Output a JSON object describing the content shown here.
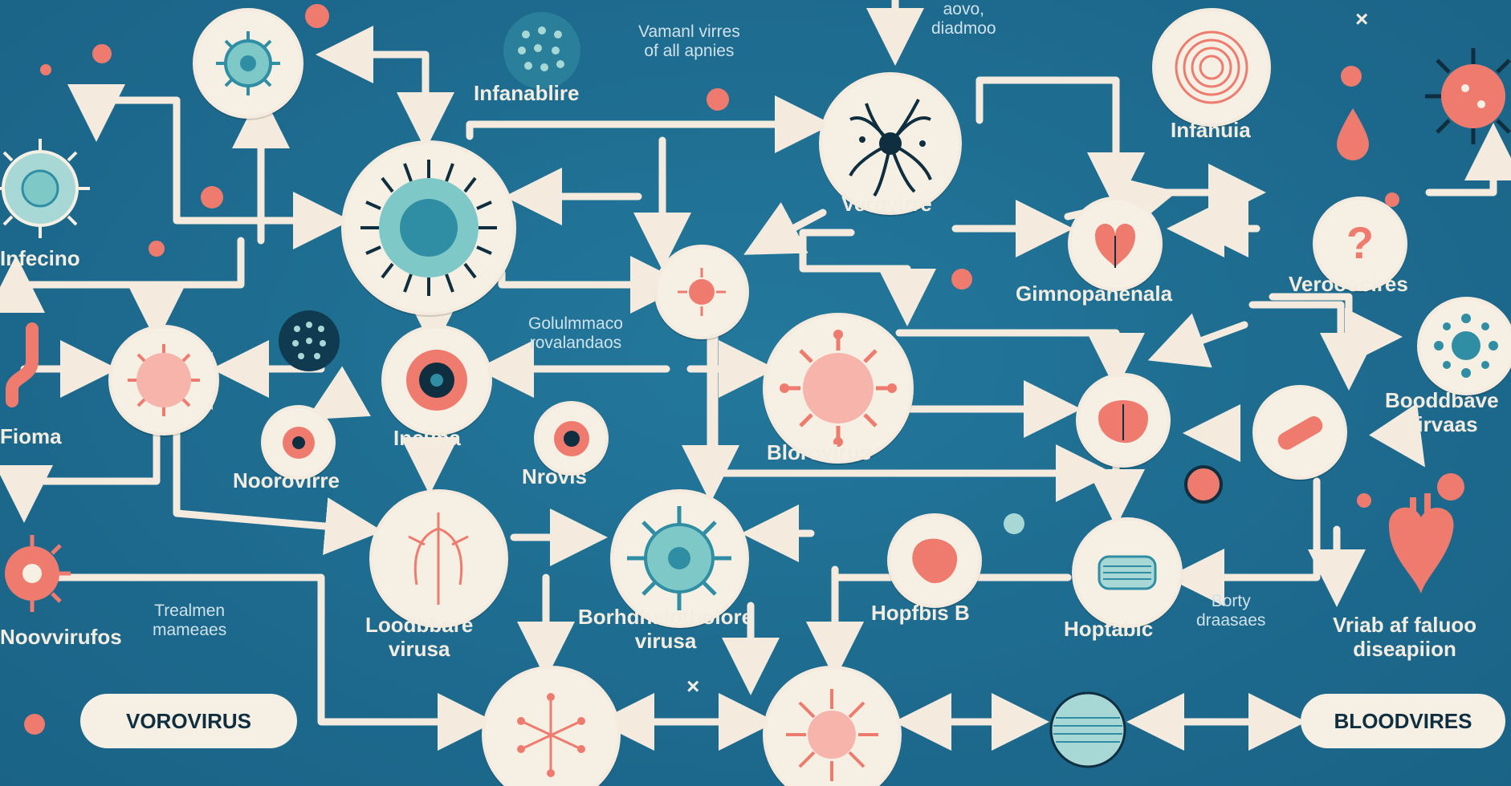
{
  "labels": {
    "top_left_faded": "",
    "various_viruses": "Vamanl virres\nof all apnies",
    "top_center": "aovo,\ndiadmoo",
    "inflammation_top": "Infanablire",
    "influenza_right": "Infanuia",
    "verovirus_top": "Verovirre",
    "infection_left": "Infecino",
    "gimnopahenala": "Gimnopahenala",
    "verovoires": "Verooocires",
    "bloodborne_right": "Booddbave\nvirvaas",
    "middle_small": "Golulmmaco\nrovalandaos",
    "influenza_mid": "Incuna",
    "norovirus": "Noorovirre",
    "nrovis": "Nrovis",
    "blorovirus": "Blorovirus",
    "fioma": "Fioma",
    "treatment_small": "Trealmen\nmameaes",
    "bloodborne_virus": "Loodbbare\nvirusa",
    "borhdhalotbolore": "Borhdhalotbolore\nvirusa",
    "hepatitis_b": "Hopfbis B",
    "hepatobic": "Hoptabic",
    "borty_small": "Borty\ndraasaes",
    "vriab": "Vriab af faluoo\ndiseapiion",
    "noroviruses_left": "Noovvirufos"
  },
  "pills": {
    "left": "VOROVIRUS",
    "right": "BLOODVIRES"
  },
  "icons": {
    "close_marks": "×"
  },
  "colors": {
    "background": "#1f6f93",
    "node_fill": "#f6efe4",
    "arrow": "#f4ebde",
    "accent_red": "#ef7b6f",
    "accent_teal": "#2f8ea3",
    "dark": "#0f2f40"
  }
}
